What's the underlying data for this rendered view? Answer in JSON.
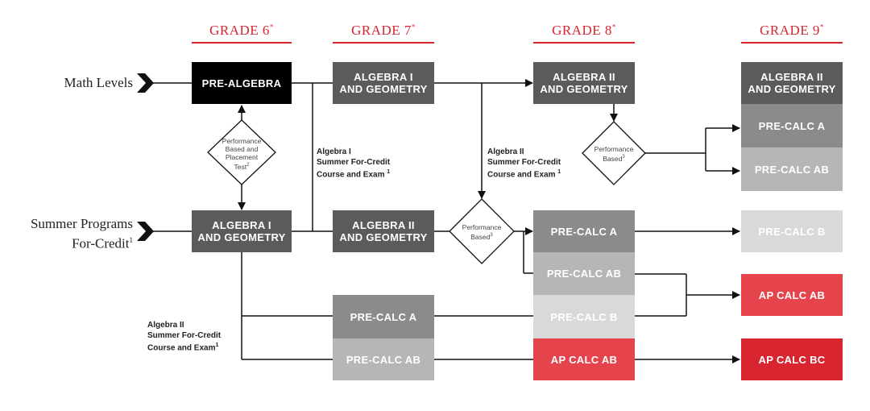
{
  "grades": [
    {
      "label": "GRADE 6",
      "mark": "*"
    },
    {
      "label": "GRADE 7",
      "mark": "*"
    },
    {
      "label": "GRADE 8",
      "mark": "*"
    },
    {
      "label": "GRADE 9",
      "mark": "*"
    }
  ],
  "left_labels": {
    "math_levels": "Math Levels",
    "summer_line1": "Summer Programs",
    "summer_line2": "For-Credit",
    "summer_sup": "1"
  },
  "boxes": {
    "g6_prealgebra": "PRE-ALGEBRA",
    "g6_algebra1_geo_l1": "ALGEBRA I",
    "g6_algebra1_geo_l2": "AND GEOMETRY",
    "g7_algebra1_geo_l1": "ALGEBRA I",
    "g7_algebra1_geo_l2": "AND GEOMETRY",
    "g7_algebra2_geo_l1": "ALGEBRA II",
    "g7_algebra2_geo_l2": "AND GEOMETRY",
    "g7_precalc_a": "PRE-CALC A",
    "g7_precalc_ab": "PRE-CALC AB",
    "g8_algebra2_geo_l1": "ALGEBRA II",
    "g8_algebra2_geo_l2": "AND GEOMETRY",
    "g8_precalc_a": "PRE-CALC A",
    "g8_precalc_ab": "PRE-CALC AB",
    "g8_precalc_b": "PRE-CALC B",
    "g8_ap_calc_ab": "AP CALC AB",
    "g9_algebra2_geo_l1": "ALGEBRA II",
    "g9_algebra2_geo_l2": "AND GEOMETRY",
    "g9_precalc_a": "PRE-CALC A",
    "g9_precalc_ab": "PRE-CALC AB",
    "g9_precalc_b": "PRE-CALC B",
    "g9_ap_calc_ab": "AP CALC AB",
    "g9_ap_calc_bc": "AP CALC BC"
  },
  "diamonds": {
    "placement_l1": "Performance",
    "placement_l2": "Based and",
    "placement_l3": "Placement",
    "placement_l4": "Test",
    "placement_sup": "2",
    "perf_g7_l1": "Performance",
    "perf_g7_l2": "Based",
    "perf_g7_sup": "3",
    "perf_g8_l1": "Performance",
    "perf_g8_l2": "Based",
    "perf_g8_sup": "3"
  },
  "notes": {
    "alg1_l1": "Algebra I",
    "alg1_l2": "Summer For-Credit",
    "alg1_l3": "Course and Exam",
    "alg1_sup": "1",
    "alg2_top_l1": "Algebra II",
    "alg2_top_l2": "Summer For-Credit",
    "alg2_top_l3": "Course and Exam",
    "alg2_top_sup": "1",
    "alg2_bottom_l1": "Algebra II",
    "alg2_bottom_l2": "Summer For-Credit",
    "alg2_bottom_l3": "Course and Exam",
    "alg2_bottom_sup": "1"
  },
  "colors": {
    "accent_red": "#d9252f",
    "black": "#000000",
    "dark_gray": "#5b5b5e",
    "mid_gray": "#8a8b8d",
    "light_gray": "#b4b6b8",
    "pale_gray": "#d8d9da",
    "red_light": "#e5444c",
    "red_dark": "#d9252f"
  }
}
